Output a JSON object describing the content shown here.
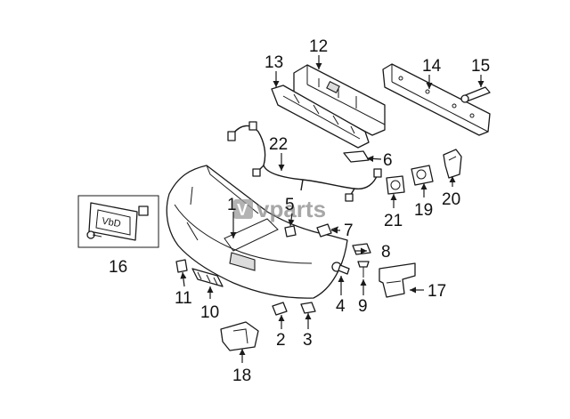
{
  "watermark": {
    "icon_glyph": "V",
    "text": "vparts"
  },
  "callouts": {
    "c1": "1",
    "c2": "2",
    "c3": "3",
    "c4": "4",
    "c5": "5",
    "c6": "6",
    "c7": "7",
    "c8": "8",
    "c9": "9",
    "c10": "10",
    "c11": "11",
    "c12": "12",
    "c13": "13",
    "c14": "14",
    "c15": "15",
    "c16": "16",
    "c17": "17",
    "c18": "18",
    "c19": "19",
    "c20": "20",
    "c21": "21",
    "c22": "22"
  },
  "plate_lettering": "VbD"
}
